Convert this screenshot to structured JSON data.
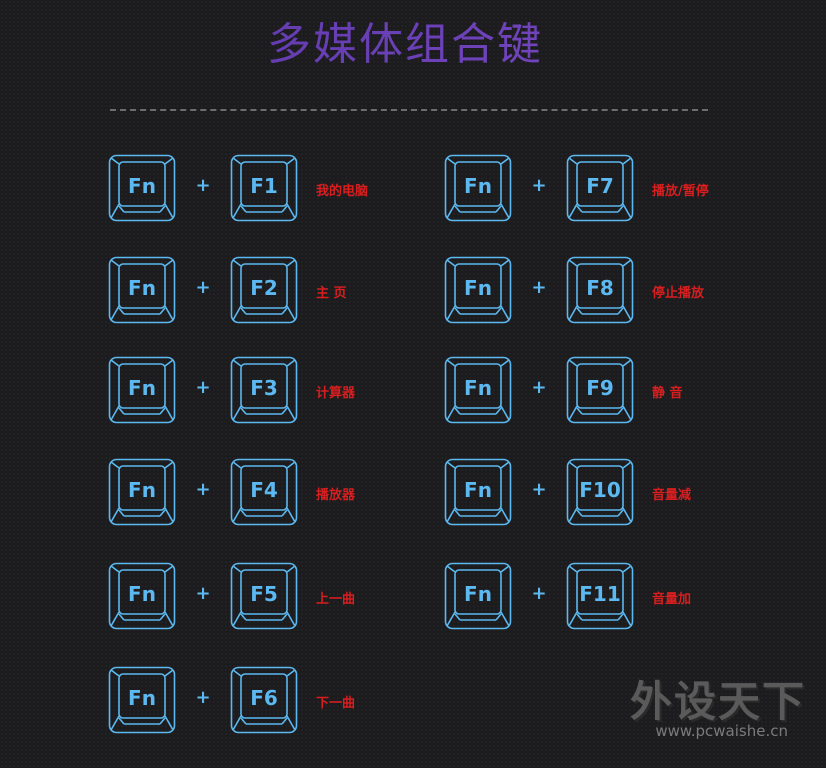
{
  "title": "多媒体组合键",
  "plus_symbol": "+",
  "left_column": [
    {
      "modifier": "Fn",
      "key": "F1",
      "action": "我的电脑"
    },
    {
      "modifier": "Fn",
      "key": "F2",
      "action": "主 页"
    },
    {
      "modifier": "Fn",
      "key": "F3",
      "action": "计算器"
    },
    {
      "modifier": "Fn",
      "key": "F4",
      "action": "播放器"
    },
    {
      "modifier": "Fn",
      "key": "F5",
      "action": "上一曲"
    },
    {
      "modifier": "Fn",
      "key": "F6",
      "action": "下一曲"
    }
  ],
  "right_column": [
    {
      "modifier": "Fn",
      "key": "F7",
      "action": "播放/暂停"
    },
    {
      "modifier": "Fn",
      "key": "F8",
      "action": "停止播放"
    },
    {
      "modifier": "Fn",
      "key": "F9",
      "action": "静 音"
    },
    {
      "modifier": "Fn",
      "key": "F10",
      "action": "音量减"
    },
    {
      "modifier": "Fn",
      "key": "F11",
      "action": "音量加"
    }
  ],
  "watermark": {
    "brand": "外设天下",
    "url": "www.pcwaishe.cn"
  },
  "colors": {
    "background": "#1c1c1e",
    "title": "#6a3fb0",
    "key_outline": "#5bb8f0",
    "action_text": "#d81e1e",
    "divider": "#6d6d6d"
  },
  "icons": {
    "key": "keycap-outline-icon"
  }
}
